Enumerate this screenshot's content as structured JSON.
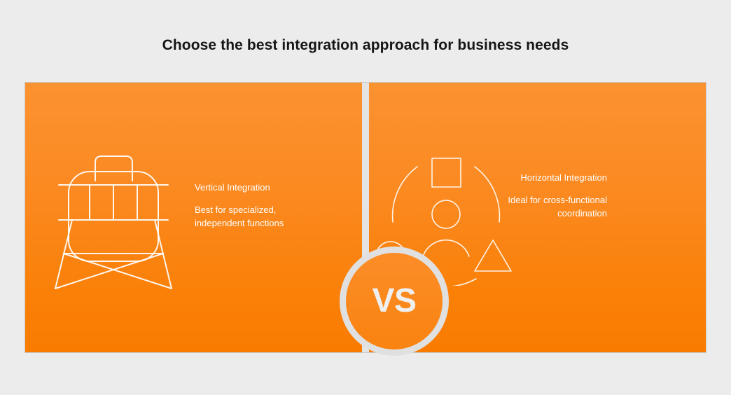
{
  "slide": {
    "title": "Choose the best integration approach for business needs",
    "background_color": "#ececec",
    "panel_color": "#fb8a22",
    "accent_color": "#ffffff",
    "divider_color": "#e4e4e4"
  },
  "center": {
    "vs_label": "VS",
    "ring_color": "#e0e0e0"
  },
  "left": {
    "heading": "Vertical Integration",
    "description": "Best for specialized, independent functions",
    "icon_name": "vertical-stack-tower-icon"
  },
  "right": {
    "heading": "Horizontal Integration",
    "description": "Ideal for cross-functional coordination",
    "icon_name": "collaboration-network-icon"
  }
}
